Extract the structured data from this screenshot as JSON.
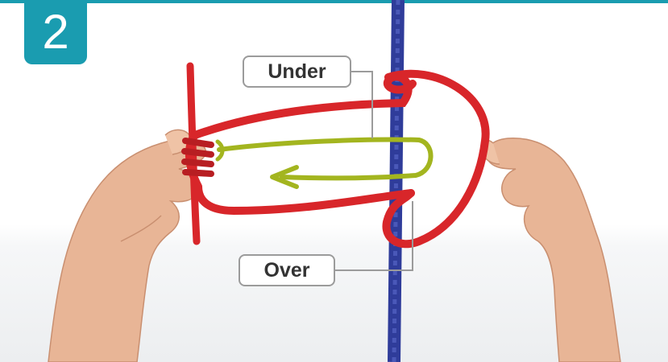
{
  "step": {
    "number": "2"
  },
  "labels": {
    "under": "Under",
    "over": "Over"
  },
  "colors": {
    "accent": "#1a9cb0",
    "rope_red": "#d8262a",
    "rope_blue": "#2f3c9a",
    "guide_arrow": "#a3b51f",
    "callout_border": "#9b9b9b"
  }
}
